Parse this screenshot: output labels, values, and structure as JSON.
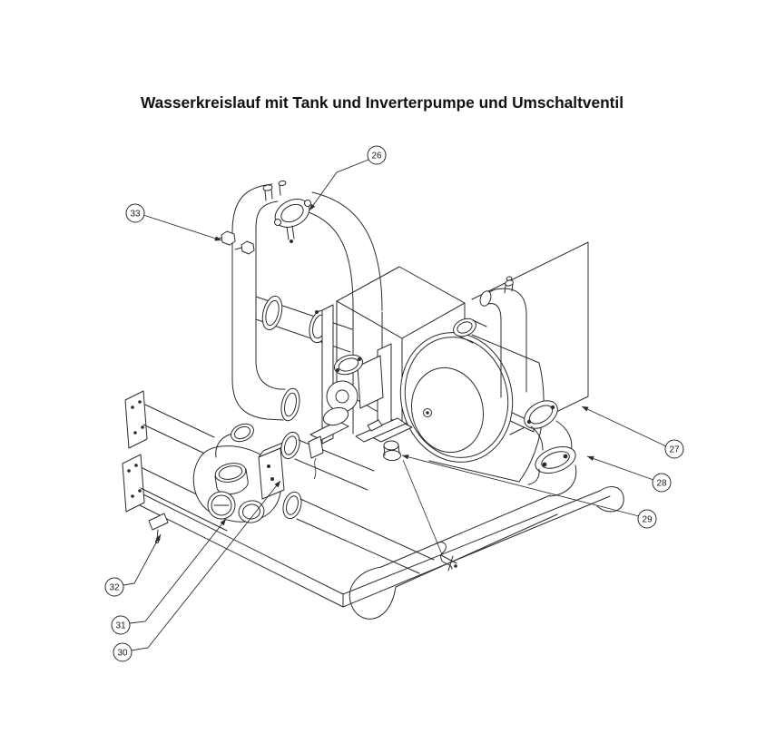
{
  "page": {
    "background": "#ffffff",
    "line_color": "#2b2b2b",
    "text_color": "#111111"
  },
  "figure": {
    "title": "Wasserkreislauf mit Tank und Inverterpumpe und Umschaltventil",
    "callouts": [
      {
        "label": "26",
        "target": "pipe-coupling-clamp-top-of-arch"
      },
      {
        "label": "27",
        "target": "back-panel-lower-corner"
      },
      {
        "label": "28",
        "target": "diverter-elbow-flange"
      },
      {
        "label": "29",
        "target": "drain-valve-under-pump"
      },
      {
        "label": "30",
        "target": "manifold-front-port"
      },
      {
        "label": "31",
        "target": "manifold-lower-port"
      },
      {
        "label": "32",
        "target": "pipe-bracket-clip"
      },
      {
        "label": "33",
        "target": "vent-plug-fittings"
      }
    ]
  }
}
